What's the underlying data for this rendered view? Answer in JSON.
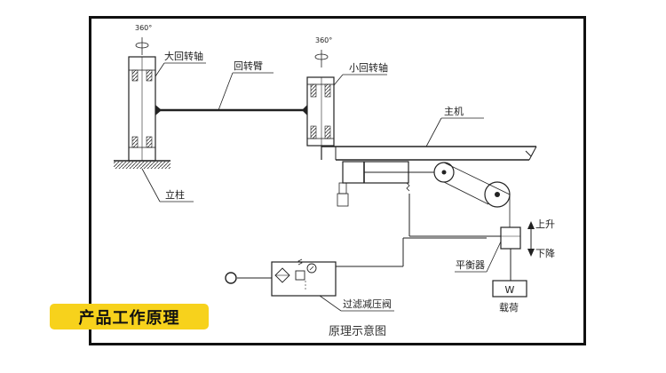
{
  "banner": {
    "text": "产品工作原理"
  },
  "diagram": {
    "caption": "原理示意图",
    "labels": {
      "large_axis_angle": "360°",
      "small_axis_angle": "360°",
      "large_rotary_axis": "大回转轴",
      "rotary_arm": "回转臂",
      "small_rotary_axis": "小回转轴",
      "main_unit": "主机",
      "column": "立柱",
      "up": "上升",
      "down": "下降",
      "balancer": "平衡器",
      "weight_symbol": "W",
      "load": "载荷",
      "filter_regulator": "过滤减压阀"
    }
  }
}
